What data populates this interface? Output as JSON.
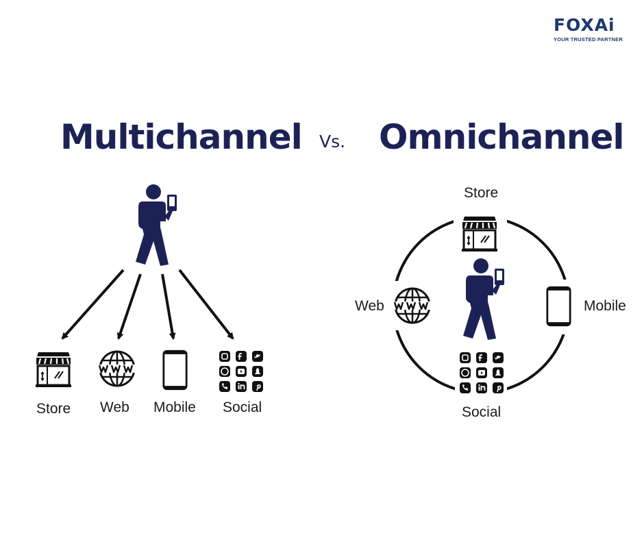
{
  "logo": {
    "text": "FOXAi",
    "tagline": "YOUR TRUSTED PARTNER"
  },
  "titles": {
    "left": "Multichannel",
    "vs": "Vs.",
    "right": "Omnichannel"
  },
  "multichannel": {
    "channels": [
      {
        "label": "Store",
        "icon": "store-icon"
      },
      {
        "label": "Web",
        "icon": "globe-www-icon"
      },
      {
        "label": "Mobile",
        "icon": "smartphone-icon"
      },
      {
        "label": "Social",
        "icon": "social-media-grid-icon"
      }
    ]
  },
  "omnichannel": {
    "channels": [
      {
        "label": "Store",
        "icon": "store-icon"
      },
      {
        "label": "Web",
        "icon": "globe-www-icon"
      },
      {
        "label": "Mobile",
        "icon": "smartphone-icon"
      },
      {
        "label": "Social",
        "icon": "social-media-grid-icon"
      }
    ]
  },
  "colors": {
    "navy": "#1d2256",
    "logo_blue": "#1d3a6e",
    "line": "#111111"
  }
}
